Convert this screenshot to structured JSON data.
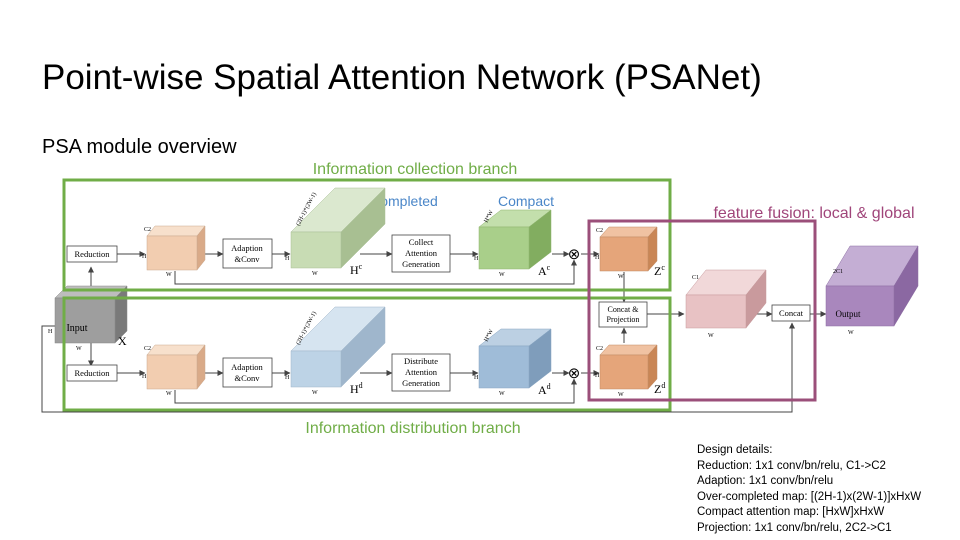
{
  "title": "Point-wise Spatial Attention Network (PSANet)",
  "subtitle": "PSA module overview",
  "labels": {
    "collection_branch": "Information collection branch",
    "distribution_branch": "Information distribution branch",
    "over_completed": "Over-completed",
    "compact": "Compact",
    "feature_fusion": "feature fusion: local & global"
  },
  "blocks": {
    "input": "Input",
    "x": "X",
    "reduction_top": "Reduction",
    "reduction_bottom": "Reduction",
    "adaption_top": [
      "Adaption",
      "&Conv"
    ],
    "adaption_bottom": [
      "Adaption",
      "&Conv"
    ],
    "collect": [
      "Collect",
      "Attention",
      "Generation"
    ],
    "distribute": [
      "Distribute",
      "Attention",
      "Generation"
    ],
    "concat_projection": [
      "Concat &",
      "Projection"
    ],
    "concat": "Concat",
    "output": "Output"
  },
  "dims": {
    "H": "H",
    "W": "W",
    "C1": "C1",
    "C2": "C2",
    "twoC1": "2C1",
    "over_completed_dim": "(2H-1)*(2W-1)",
    "compact_dim": "H*W"
  },
  "symbols": {
    "Hc": "H",
    "Hc_sup": "c",
    "Hd": "H",
    "Hd_sup": "d",
    "Ac": "A",
    "Ac_sup": "c",
    "Ad": "A",
    "Ad_sup": "d",
    "Zc": "Z",
    "Zc_sup": "c",
    "Zd": "Z",
    "Zd_sup": "d",
    "otimes": "⊗"
  },
  "design_details": {
    "heading": "Design details:",
    "lines": [
      "Reduction: 1x1 conv/bn/relu,  C1->C2",
      "Adaption: 1x1 conv/bn/relu",
      "Over-completed  map: [(2H-1)x(2W-1)]xHxW",
      "Compact attention map: [HxW]xHxW",
      "Projection: 1x1 conv/bn/relu,  2C2->C1"
    ]
  },
  "colors": {
    "branch_box": "#70ad47",
    "fusion_box": "#9b4f7a",
    "label_green": "#70ad47",
    "label_blue": "#4a86c8",
    "label_purple": "#a0457a",
    "input_cube": "#9e9e9e",
    "reduced_cube": "#f2cdb0",
    "over_completed_top_cube": "#c8dcb4",
    "over_completed_bottom_cube": "#bdd3e6",
    "compact_top_cube": "#a9cf8a",
    "compact_bottom_cube": "#9fbcd8",
    "z_cube": "#e5a57a",
    "fused_cube": "#e8c2c4",
    "output_cube": "#a987bd"
  }
}
